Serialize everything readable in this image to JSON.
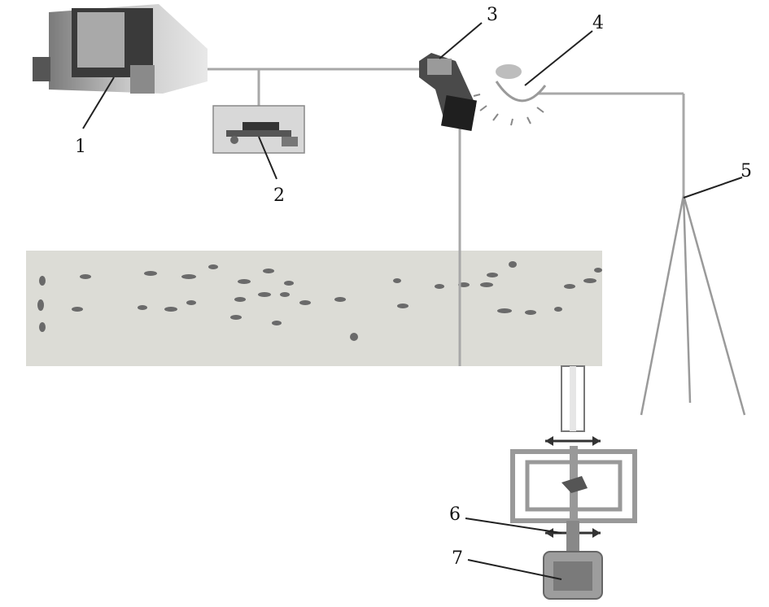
{
  "labels": [
    {
      "id": "1",
      "text": "1"
    },
    {
      "id": "2",
      "text": "2"
    },
    {
      "id": "3",
      "text": "3"
    },
    {
      "id": "4",
      "text": "4"
    },
    {
      "id": "5",
      "text": "5"
    },
    {
      "id": "6",
      "text": "6"
    },
    {
      "id": "7",
      "text": "7"
    }
  ],
  "colors": {
    "line": "#9a9a9a",
    "leader": "#222222",
    "water": "#dcdcd6",
    "device_dark": "#2c2c2c",
    "device_light": "#cfcfcf"
  }
}
